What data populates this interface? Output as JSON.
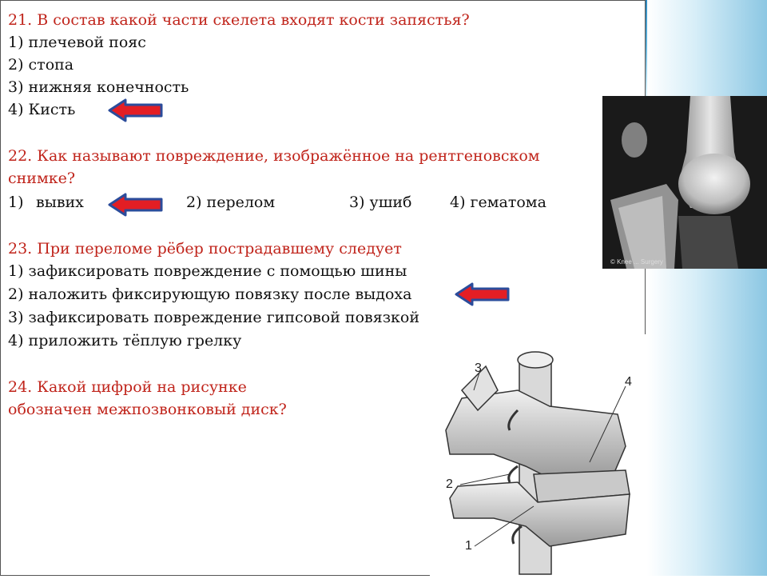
{
  "q21": {
    "question": "21. В состав какой части скелета входят кости запястья?",
    "options": [
      "1) плечевой пояс",
      "2) стопа",
      "3) нижняя конечность",
      "4) Кисть"
    ]
  },
  "q22": {
    "question_line1": "22. Как называют повреждение, изображённое на рентгеновском",
    "question_line2": "снимке?",
    "opt1_num": "1)",
    "opt1": "вывих",
    "opt2": "2) перелом",
    "opt3": "3) ушиб",
    "opt4": "4) гематома"
  },
  "q23": {
    "question": "23. При переломе рёбер пострадавшему следует",
    "options": [
      "1) зафиксировать повреждение с помощью шины",
      "2) наложить фиксирующую повязку после выдоха",
      "3) зафиксировать повреждение гипсовой повязкой",
      "4) приложить тёплую грелку"
    ]
  },
  "q24": {
    "question_line1": "24. Какой цифрой на рисунке",
    "question_line2": "обозначен межпозвонковый диск?"
  },
  "xray": {
    "watermark": "© Knee ... Surgery"
  },
  "spine": {
    "labels": [
      "3",
      "4",
      "2",
      "1"
    ]
  },
  "colors": {
    "question": "#c0241b",
    "arrow_fill": "#e31e24",
    "arrow_stroke": "#2b4c9b"
  },
  "icons": {
    "answer_marker": "left-arrow-icon"
  }
}
